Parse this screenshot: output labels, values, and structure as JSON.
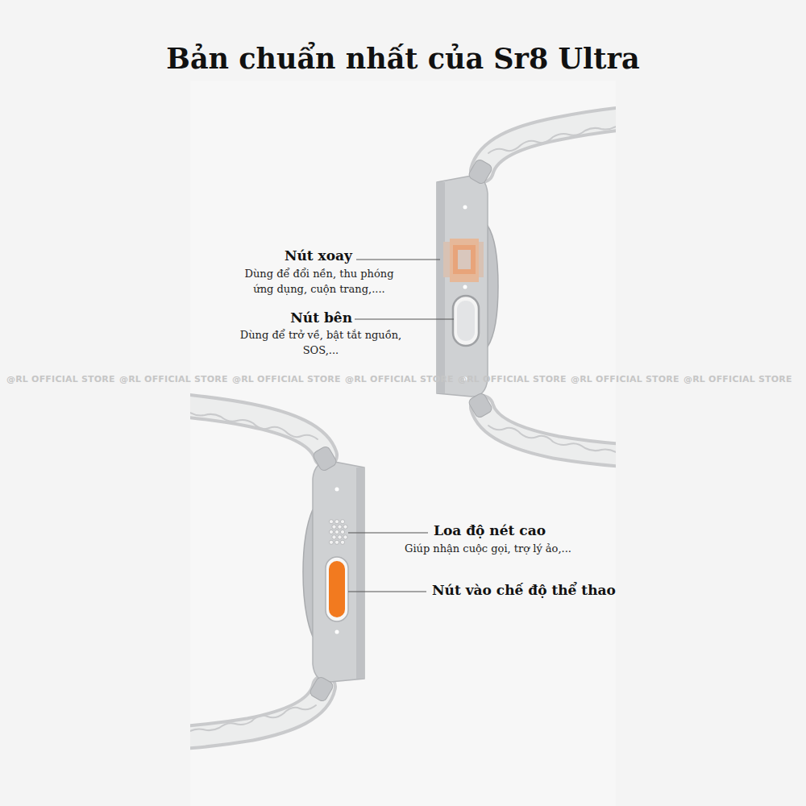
{
  "diagram": {
    "title": "Bản chuẩn nhất của Sr8 Ultra",
    "labels": [
      "Nút xoay",
      "Dùng để đổi nền, thu phóng ứng dụng, cuộn trang,....",
      "Nút bên",
      "Dùng để trở về, bật tắt nguồn, SOS,...",
      "Loa độ nét cao",
      "Giúp nhận cuộc gọi, trợ lý ảo,...",
      "Nút vào chế độ thể thao",
      "@RL OFFICIAL STORE",
      "@RL OFFICIAL STORE",
      "@RL OFFICIAL STORE",
      "@RL OFFICIAL STORE",
      "@RL OFFICIAL STORE",
      "@RL OFFICIAL STORE",
      "@RL OFFICIAL STORE"
    ]
  }
}
